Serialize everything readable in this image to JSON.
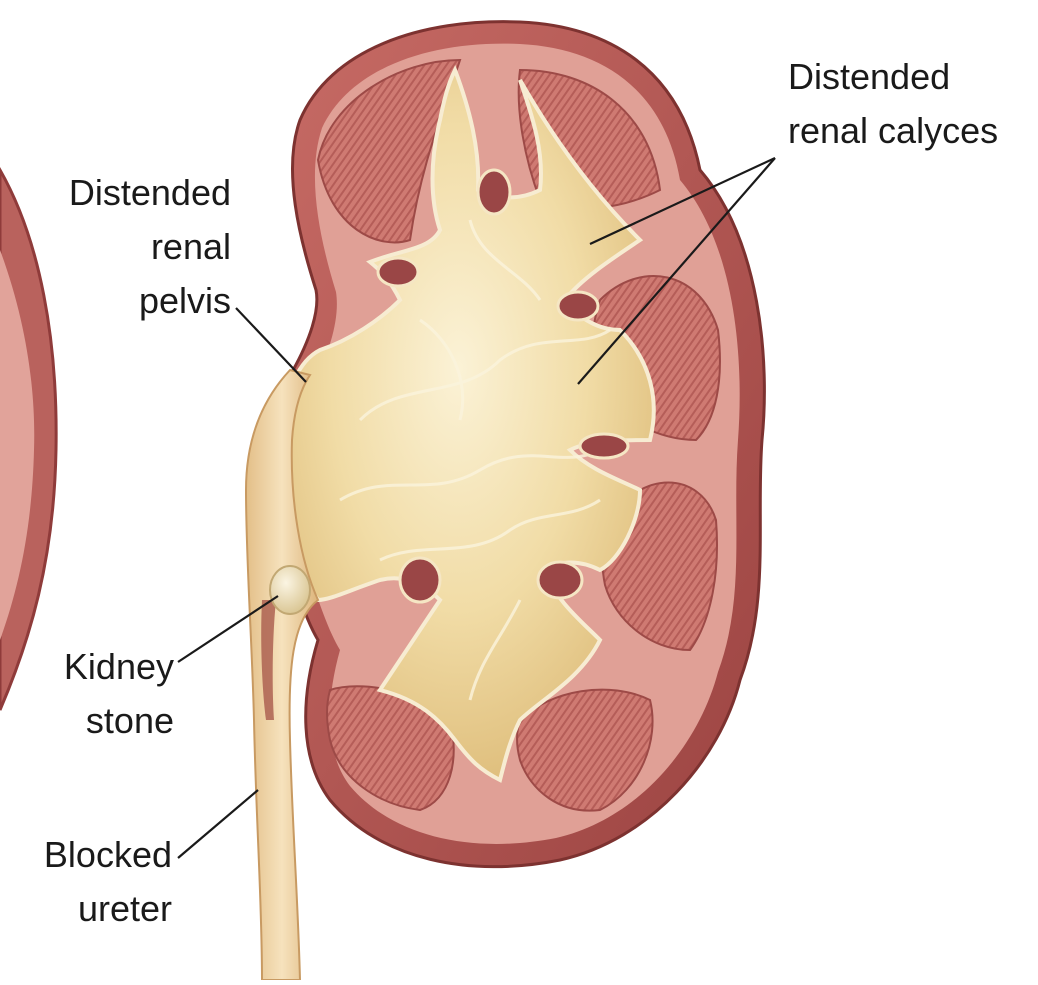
{
  "labels": {
    "calyces": {
      "line1": "Distended",
      "line2": "renal calyces"
    },
    "pelvis": {
      "line1": "Distended",
      "line2": "renal",
      "line3": "pelvis"
    },
    "stone": {
      "line1": "Kidney",
      "line2": "stone"
    },
    "ureter": {
      "line1": "Blocked",
      "line2": "ureter"
    }
  },
  "colors": {
    "capsule": "#b85a55",
    "capsule_dark": "#8f3b3a",
    "cortex": "#e3a197",
    "pyramid": "#c9706a",
    "pyramid_stripe": "#a9524f",
    "urine": "#efd9a0",
    "urine_light": "#f8ecc8",
    "ureter": "#f1d4a4",
    "stone": "#efe1bd",
    "leader_line": "#1a1a1a"
  }
}
